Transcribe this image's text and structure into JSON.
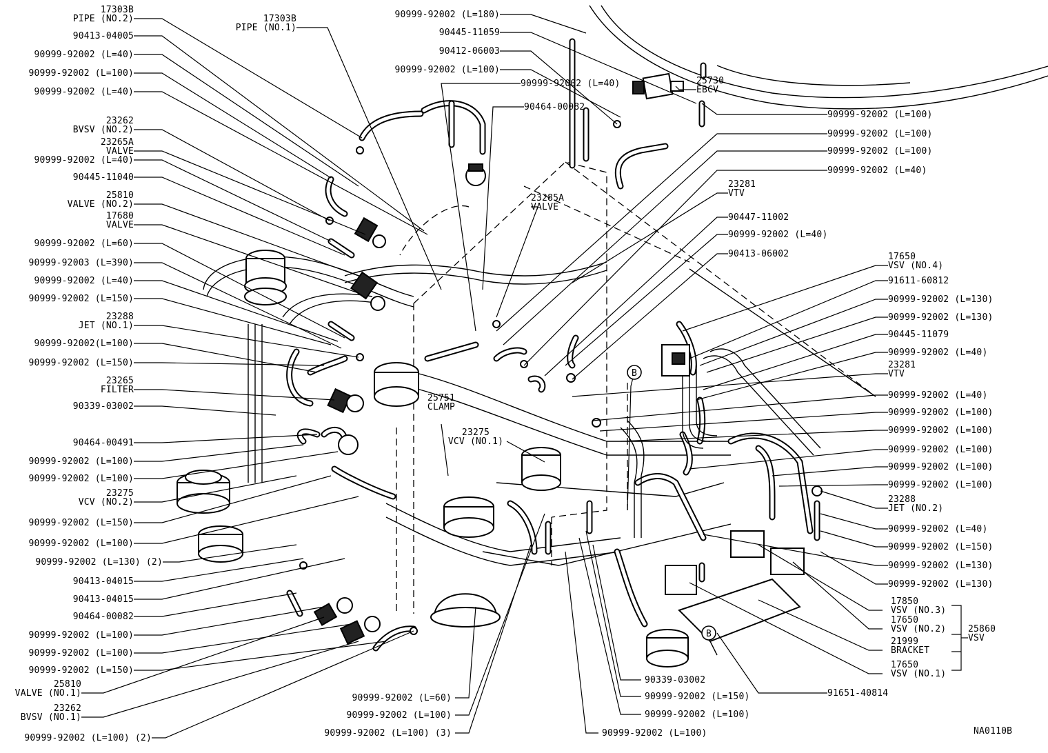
{
  "labels_left": [
    {
      "id": "l1",
      "lines": [
        "17303B",
        "PIPE (NO.2)"
      ]
    },
    {
      "id": "l2",
      "lines": [
        "90413-04005"
      ]
    },
    {
      "id": "l3",
      "lines": [
        "90999-92002 (L=40)"
      ]
    },
    {
      "id": "l4",
      "lines": [
        "90999-92002 (L=100)"
      ]
    },
    {
      "id": "l5",
      "lines": [
        "90999-92002 (L=40)"
      ]
    },
    {
      "id": "l6",
      "lines": [
        "23262",
        "BVSV (NO.2)"
      ]
    },
    {
      "id": "l7",
      "lines": [
        "23265A",
        "VALVE"
      ]
    },
    {
      "id": "l8",
      "lines": [
        "90999-92002 (L=40)"
      ]
    },
    {
      "id": "l9",
      "lines": [
        "90445-11040"
      ]
    },
    {
      "id": "l10",
      "lines": [
        "25810",
        "VALVE (NO.2)"
      ]
    },
    {
      "id": "l11",
      "lines": [
        "17680",
        "VALVE"
      ]
    },
    {
      "id": "l12",
      "lines": [
        "90999-92002 (L=60)"
      ]
    },
    {
      "id": "l13",
      "lines": [
        "90999-92003 (L=390)"
      ]
    },
    {
      "id": "l14",
      "lines": [
        "90999-92002 (L=40)"
      ]
    },
    {
      "id": "l15",
      "lines": [
        "90999-92002 (L=150)"
      ]
    },
    {
      "id": "l16",
      "lines": [
        "23288",
        "JET (NO.1)"
      ]
    },
    {
      "id": "l17",
      "lines": [
        "90999-92002(L=100)"
      ]
    },
    {
      "id": "l18",
      "lines": [
        "90999-92002 (L=150)"
      ]
    },
    {
      "id": "l19",
      "lines": [
        "23265",
        "FILTER"
      ]
    },
    {
      "id": "l20",
      "lines": [
        "90339-03002"
      ]
    },
    {
      "id": "l21",
      "lines": [
        "90464-00491"
      ]
    },
    {
      "id": "l22",
      "lines": [
        "90999-92002 (L=100)"
      ]
    },
    {
      "id": "l23",
      "lines": [
        "90999-92002 (L=100)"
      ]
    },
    {
      "id": "l24",
      "lines": [
        "23275",
        "VCV (NO.2)"
      ]
    },
    {
      "id": "l25",
      "lines": [
        "90999-92002 (L=150)"
      ]
    },
    {
      "id": "l26",
      "lines": [
        "90999-92002 (L=100)"
      ]
    },
    {
      "id": "l27",
      "lines": [
        "90999-92002 (L=130)  (2)"
      ]
    },
    {
      "id": "l28",
      "lines": [
        "90413-04015"
      ]
    },
    {
      "id": "l29",
      "lines": [
        "90413-04015"
      ]
    },
    {
      "id": "l30",
      "lines": [
        "90464-00082"
      ]
    },
    {
      "id": "l31",
      "lines": [
        "90999-92002 (L=100)"
      ]
    },
    {
      "id": "l32",
      "lines": [
        "90999-92002 (L=100)"
      ]
    },
    {
      "id": "l33",
      "lines": [
        "90999-92002 (L=150)"
      ]
    },
    {
      "id": "l34",
      "lines": [
        "25810",
        "VALVE (NO.1)"
      ]
    },
    {
      "id": "l35",
      "lines": [
        "23262",
        "BVSV (NO.1)"
      ]
    },
    {
      "id": "l36",
      "lines": [
        "90999-92002 (L=100)  (2)"
      ]
    }
  ],
  "labels_top": [
    {
      "id": "t1",
      "lines": [
        "17303B",
        "PIPE (NO.1)"
      ]
    },
    {
      "id": "t2",
      "lines": [
        "90999-92002 (L=180)"
      ]
    },
    {
      "id": "t3",
      "lines": [
        "90445-11059"
      ]
    },
    {
      "id": "t4",
      "lines": [
        "90412-06003"
      ]
    },
    {
      "id": "t5",
      "lines": [
        "90999-92002 (L=100)"
      ]
    },
    {
      "id": "t6",
      "lines": [
        "90999-92002 (L=40)"
      ]
    },
    {
      "id": "t7",
      "lines": [
        "90464-00082"
      ]
    },
    {
      "id": "t8",
      "lines": [
        "25730",
        "EBCV"
      ]
    },
    {
      "id": "t9",
      "lines": [
        "23285A",
        "VALVE"
      ]
    }
  ],
  "labels_right": [
    {
      "id": "r1",
      "lines": [
        "90999-92002 (L=100)"
      ]
    },
    {
      "id": "r2",
      "lines": [
        "90999-92002 (L=100)"
      ]
    },
    {
      "id": "r3",
      "lines": [
        "90999-92002 (L=100)"
      ]
    },
    {
      "id": "r4",
      "lines": [
        "90999-92002 (L=40)"
      ]
    },
    {
      "id": "r5",
      "lines": [
        "23281",
        "VTV"
      ]
    },
    {
      "id": "r6",
      "lines": [
        "90447-11002"
      ]
    },
    {
      "id": "r7",
      "lines": [
        "90999-92002 (L=40)"
      ]
    },
    {
      "id": "r8",
      "lines": [
        "90413-06002"
      ]
    },
    {
      "id": "r9",
      "lines": [
        "17650",
        "VSV (NO.4)"
      ]
    },
    {
      "id": "r10",
      "lines": [
        "91611-60812"
      ]
    },
    {
      "id": "r11",
      "lines": [
        "90999-92002 (L=130)"
      ]
    },
    {
      "id": "r12",
      "lines": [
        "90999-92002 (L=130)"
      ]
    },
    {
      "id": "r13",
      "lines": [
        "90445-11079"
      ]
    },
    {
      "id": "r14",
      "lines": [
        "90999-92002 (L=40)"
      ]
    },
    {
      "id": "r15",
      "lines": [
        "23281",
        "VTV"
      ]
    },
    {
      "id": "r16",
      "lines": [
        "90999-92002 (L=40)"
      ]
    },
    {
      "id": "r17",
      "lines": [
        "90999-92002 (L=100)"
      ]
    },
    {
      "id": "r18",
      "lines": [
        "90999-92002 (L=100)"
      ]
    },
    {
      "id": "r19",
      "lines": [
        "90999-92002 (L=100)"
      ]
    },
    {
      "id": "r20",
      "lines": [
        "90999-92002 (L=100)"
      ]
    },
    {
      "id": "r21",
      "lines": [
        "90999-92002 (L=100)"
      ]
    },
    {
      "id": "r22",
      "lines": [
        "23288",
        "JET (NO.2)"
      ]
    },
    {
      "id": "r23",
      "lines": [
        "90999-92002 (L=40)"
      ]
    },
    {
      "id": "r24",
      "lines": [
        "90999-92002 (L=150)"
      ]
    },
    {
      "id": "r25",
      "lines": [
        "90999-92002 (L=130)"
      ]
    },
    {
      "id": "r26",
      "lines": [
        "90999-92002 (L=130)"
      ]
    },
    {
      "id": "r27",
      "lines": [
        "17850",
        "VSV (NO.3)"
      ]
    },
    {
      "id": "r28",
      "lines": [
        "17650",
        "VSV (NO.2)"
      ]
    },
    {
      "id": "r29",
      "lines": [
        "21999",
        "BRACKET"
      ]
    },
    {
      "id": "r30",
      "lines": [
        "17650",
        "VSV (NO.1)"
      ]
    },
    {
      "id": "r31",
      "lines": [
        "91651-40814"
      ]
    },
    {
      "id": "r32",
      "lines": [
        "25860",
        "VSV"
      ]
    }
  ],
  "labels_bottom": [
    {
      "id": "b1",
      "lines": [
        "90999-92002 (L=60)"
      ]
    },
    {
      "id": "b2",
      "lines": [
        "90999-92002 (L=100)"
      ]
    },
    {
      "id": "b3",
      "lines": [
        "90999-92002 (L=100)  (3)"
      ]
    },
    {
      "id": "b4",
      "lines": [
        "90339-03002"
      ]
    },
    {
      "id": "b5",
      "lines": [
        "90999-92002 (L=150)"
      ]
    },
    {
      "id": "b6",
      "lines": [
        "90999-92002 (L=100)"
      ]
    },
    {
      "id": "b7",
      "lines": [
        "90999-92002 (L=100)"
      ]
    }
  ],
  "labels_center": [
    {
      "id": "c1",
      "lines": [
        "25751",
        "CLAMP"
      ]
    },
    {
      "id": "c2",
      "lines": [
        "23275",
        "VCV (NO.1)"
      ]
    }
  ],
  "markers": [
    {
      "id": "m1",
      "text": "B"
    },
    {
      "id": "m2",
      "text": "B"
    }
  ],
  "figure_code": "NA0110B"
}
